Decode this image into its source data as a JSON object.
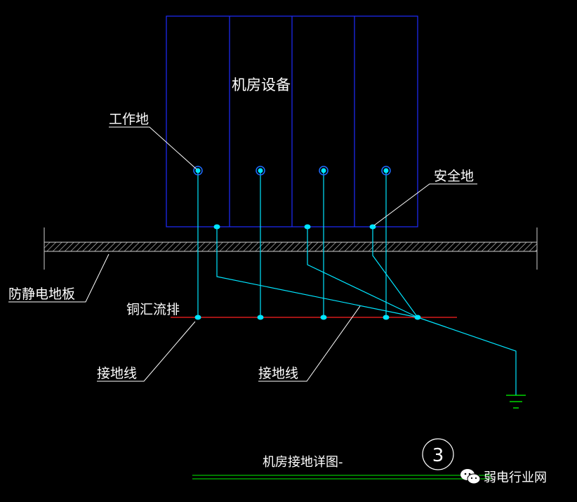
{
  "labels": {
    "equipment": "机房设备",
    "work_ground": "工作地",
    "safety_ground": "安全地",
    "antistatic_floor": "防静电地板",
    "copper_busbar": "铜汇流排",
    "ground_wire_left": "接地线",
    "ground_wire_right": "接地线",
    "title": "机房接地详图-",
    "detail_number": "3"
  },
  "watermark": {
    "text": "弱电行业网",
    "icon": "wechat-icon"
  },
  "colors": {
    "background": "#000000",
    "equipment_frame": "#1f2bff",
    "wire": "#00e5ff",
    "busbar": "#ff2020",
    "title_line": "#00c000",
    "leader": "#ffffff",
    "ground_symbol": "#00ff00"
  }
}
